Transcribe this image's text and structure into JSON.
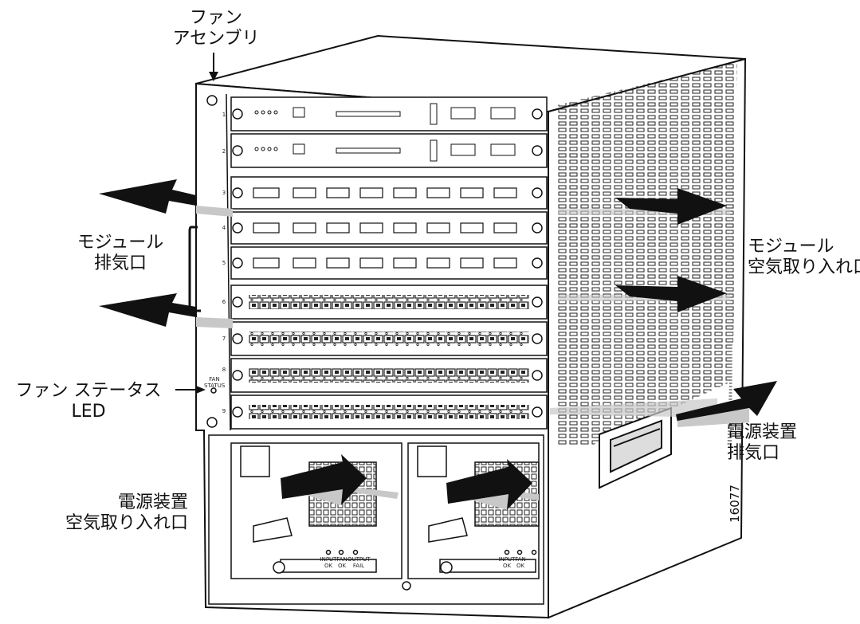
{
  "labels": {
    "fan_assembly": [
      "ファン",
      "アセンブリ"
    ],
    "module_exhaust": [
      "モジュール",
      "排気口"
    ],
    "fan_status_led": [
      "ファン ステータス",
      "LED"
    ],
    "module_air_intake": [
      "モジュール",
      "空気取り入れ口"
    ],
    "power_exhaust": [
      "電源装置",
      "排気口"
    ],
    "power_air_intake": [
      "電源装置",
      "空気取り入れ口"
    ]
  },
  "figure_number": "16077",
  "slot_numbers": [
    "1",
    "2",
    "3",
    "4",
    "5",
    "6",
    "7",
    "8",
    "9"
  ],
  "fan_led_text": [
    "FAN",
    "STATUS"
  ],
  "psu_led_labels": [
    "INPUT OK",
    "FAN OK",
    "OUTPUT FAIL"
  ],
  "colors": {
    "line": "#111111",
    "arrow_fill": "#111111",
    "arrow_tail": "#c8c8c8",
    "chassis": "#ffffff"
  }
}
